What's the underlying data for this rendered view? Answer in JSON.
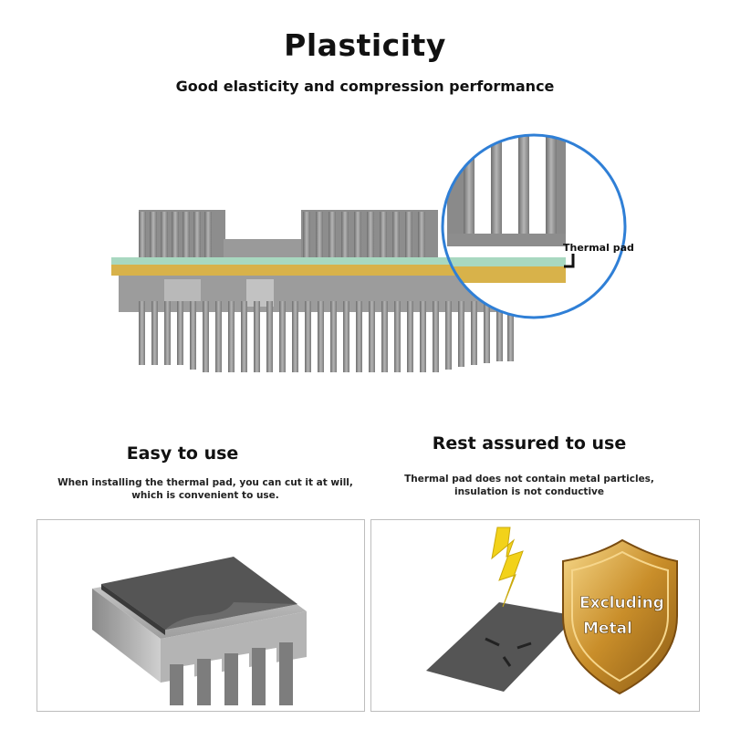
{
  "header": {
    "title": "Plasticity",
    "subtitle": "Good elasticity and compression performance"
  },
  "hero": {
    "callout_label": "Thermal pad"
  },
  "features": [
    {
      "title": "Easy to use",
      "description": "When installing the thermal pad, you can cut it at will, which is convenient to use."
    },
    {
      "title": "Rest assured to use",
      "description": "Thermal pad does not contain metal particles, insulation is not conductive"
    }
  ],
  "shield": {
    "line1": "Excluding",
    "line2": "Metal"
  },
  "colors": {
    "heatsink": "#8f8f8f",
    "pad_green": "#a8d8c0",
    "pcb_gold": "#d8b24a",
    "magnifier_ring": "#2f7fd6",
    "lightning": "#f2d21a",
    "shield_gold": "#d6a33a"
  }
}
